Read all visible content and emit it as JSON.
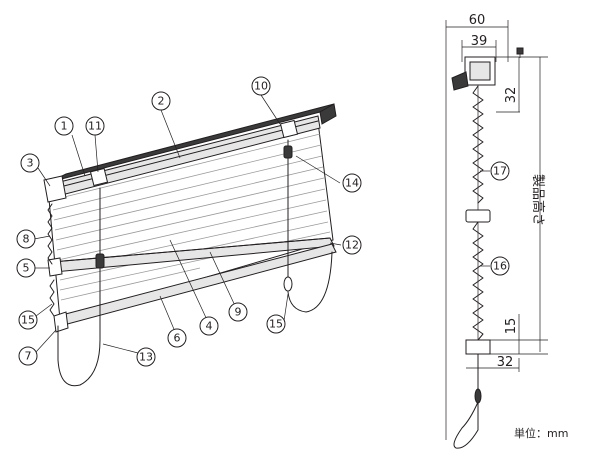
{
  "callouts": {
    "c1": "1",
    "c2": "2",
    "c3": "3",
    "c4": "4",
    "c5": "5",
    "c6": "6",
    "c7": "7",
    "c8": "8",
    "c9": "9",
    "c10": "10",
    "c11": "11",
    "c12": "12",
    "c13": "13",
    "c14": "14",
    "c15a": "15",
    "c15b": "15",
    "c16": "16",
    "c17": "17"
  },
  "dimensions": {
    "width_total": "60",
    "width_head": "39",
    "head_height": "32",
    "product_height": "製品高さ",
    "bottom_offset": "15",
    "bottom_width": "32"
  },
  "unit_label": "単位：mm"
}
